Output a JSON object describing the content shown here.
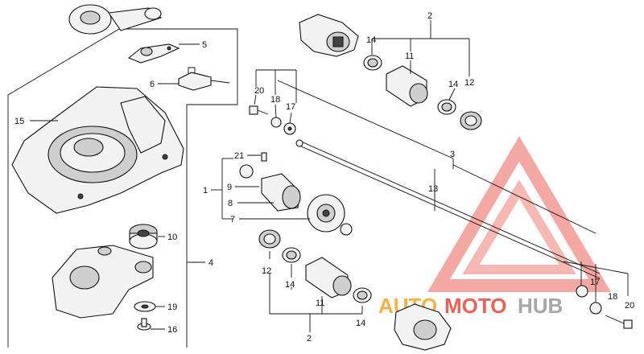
{
  "callouts": {
    "c1": "1",
    "c2_top": "2",
    "c2_bottom": "2",
    "c3": "3",
    "c4": "4",
    "c5": "5",
    "c6": "6",
    "c7": "7",
    "c8": "8",
    "c9": "9",
    "c10": "10",
    "c11_top": "11",
    "c11_bottom": "11",
    "c12_top": "12",
    "c12_bottom": "12",
    "c13": "13",
    "c14_top_a": "14",
    "c14_top_b": "14",
    "c14_bottom_a": "14",
    "c14_bottom_b": "14",
    "c15": "15",
    "c16": "16",
    "c17_top": "17",
    "c17_right": "17",
    "c18_top": "18",
    "c18_right": "18",
    "c19": "19",
    "c20_top": "20",
    "c20_right": "20",
    "c21": "21"
  },
  "watermark": {
    "text_auto": "AUTO",
    "text_moto": "MOTO",
    "text_hub": "HUB",
    "color_red": "#e8463a",
    "color_orange": "#f5a623",
    "color_grey": "#9a9a9a"
  }
}
